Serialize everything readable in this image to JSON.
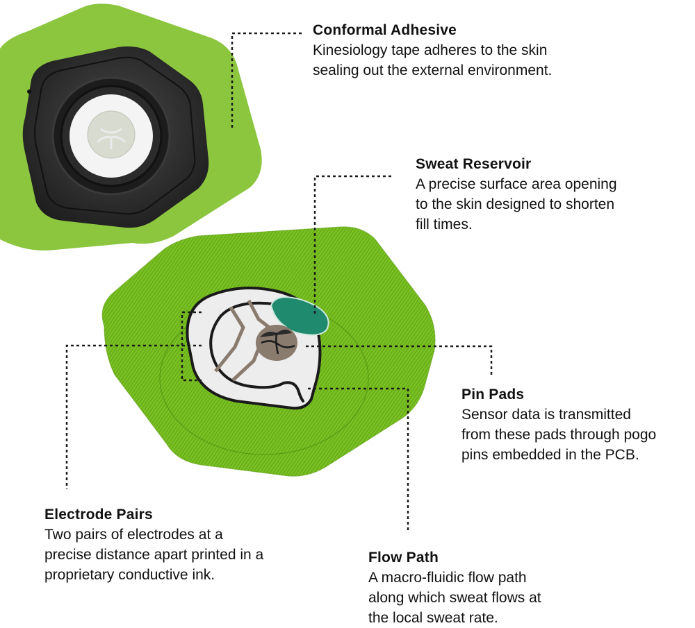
{
  "callouts": [
    {
      "id": "conformal-adhesive",
      "title": "Conformal Adhesive",
      "lines": [
        "Kinesiology tape adheres to the skin",
        "sealing out the external environment."
      ]
    },
    {
      "id": "sweat-reservoir",
      "title": "Sweat Reservoir",
      "lines": [
        "A precise surface area opening",
        "to the skin designed to shorten",
        "fill times."
      ]
    },
    {
      "id": "pin-pads",
      "title": "Pin Pads",
      "lines": [
        "Sensor data is transmitted",
        "from these pads through pogo",
        "pins embedded in the PCB."
      ]
    },
    {
      "id": "electrode-pairs",
      "title": "Electrode Pairs",
      "lines": [
        "Two pairs of electrodes at a",
        "precise distance apart printed in a",
        "proprietary conductive ink."
      ]
    },
    {
      "id": "flow-path",
      "title": "Flow Path",
      "lines": [
        "A macro-fluidic flow path",
        "along which sweat flows at",
        "the local sweat rate."
      ]
    }
  ],
  "colors": {
    "adhesive_green": "#8cc63f",
    "patch_green": "#7bc225",
    "housing_black": "#2a2a2a",
    "reservoir_teal": "#1f8a6e",
    "electrode_taupe": "#8a7b6f",
    "leader_line": "#1a1a1a"
  }
}
